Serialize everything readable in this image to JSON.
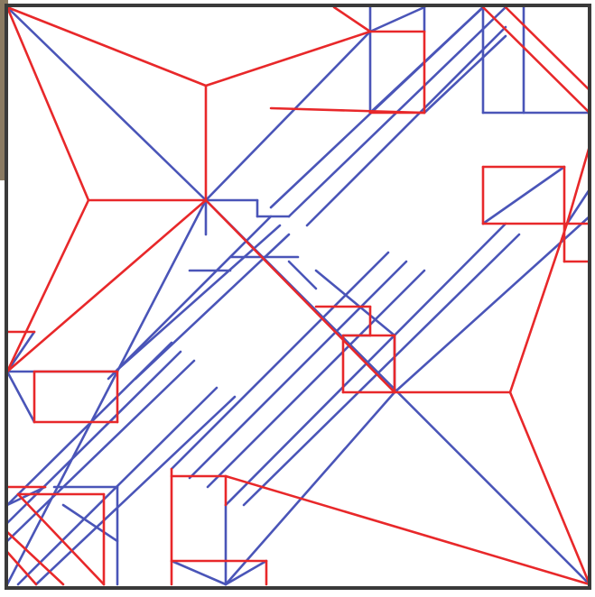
{
  "diagram": {
    "kind": "origami crease pattern",
    "colors": {
      "mountain": "#e8282a",
      "valley": "#4a55b8",
      "border": "#3a3a3a",
      "paper": "#ffffff",
      "edge_strip": "#8a7a62"
    },
    "line_types": [
      "mountain",
      "valley"
    ]
  }
}
